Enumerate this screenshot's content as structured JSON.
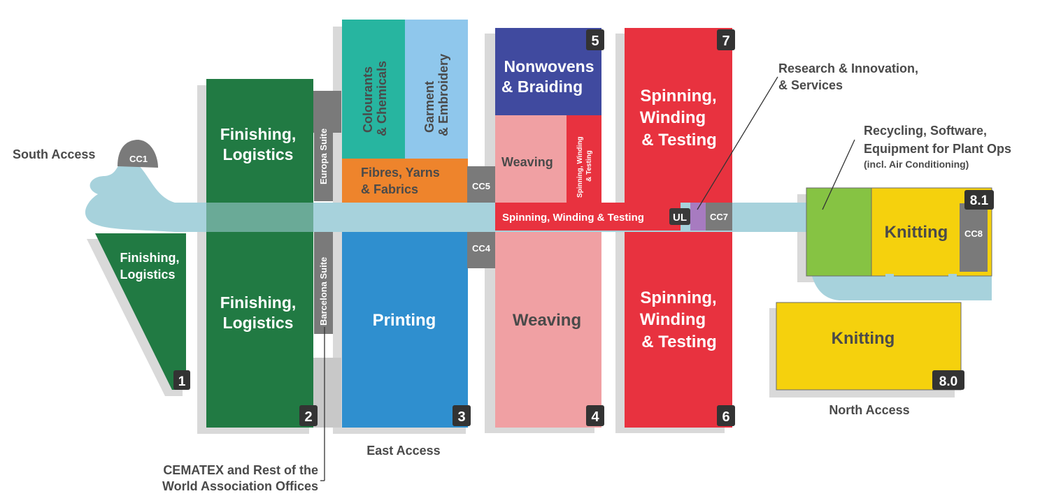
{
  "access": {
    "south": "South Access",
    "east": "East Access",
    "north": "North Access"
  },
  "callouts": {
    "research_line1": "Research & Innovation,",
    "research_line2": "& Services",
    "recycling_line1": "Recycling, Software,",
    "recycling_line2": "Equipment for Plant Ops",
    "recycling_line3": "(incl. Air Conditioning)",
    "cematex_line1": "CEMATEX and Rest of the",
    "cematex_line2": "World Association Offices"
  },
  "congress_centres": {
    "cc1": "CC1",
    "cc4": "CC4",
    "cc5": "CC5",
    "cc7": "CC7",
    "cc8": "CC8"
  },
  "suites": {
    "europa": "Europa Suite",
    "barcelona": "Barcelona Suite"
  },
  "hall1": {
    "number": "1",
    "label_line1": "Finishing,",
    "label_line2": "Logistics"
  },
  "hall2": {
    "number": "2",
    "upper_line1": "Finishing,",
    "upper_line2": "Logistics",
    "lower_line1": "Finishing,",
    "lower_line2": "Logistics"
  },
  "hall3": {
    "number": "3",
    "colourants_line1": "Colourants",
    "colourants_line2": "& Chemicals",
    "garment_line1": "Garment",
    "garment_line2": "& Embroidery",
    "fibres_line1": "Fibres, Yarns",
    "fibres_line2": "& Fabrics",
    "printing": "Printing"
  },
  "hall5": {
    "number": "5",
    "label_line1": "Nonwovens",
    "label_line2": "& Braiding"
  },
  "hall4": {
    "number": "4",
    "weaving_upper": "Weaving",
    "swt_small_line1": "Spinning, Winding",
    "swt_small_line2": "& Testing",
    "corridor": "Spinning, Winding & Testing",
    "ul": "UL",
    "weaving_lower": "Weaving"
  },
  "hall7": {
    "number": "7",
    "label_line1": "Spinning,",
    "label_line2": "Winding",
    "label_line3": "& Testing"
  },
  "hall6": {
    "number": "6",
    "label_line1": "Spinning,",
    "label_line2": "Winding",
    "label_line3": "& Testing"
  },
  "hall81": {
    "number": "8.1",
    "label": "Knitting"
  },
  "hall80": {
    "number": "8.0",
    "label": "Knitting"
  },
  "colors": {
    "dark_green": "#217a43",
    "teal": "#27b5a0",
    "light_blue": "#8fc7ec",
    "orange": "#ee842c",
    "blue": "#2f8fcf",
    "indigo": "#404a9f",
    "pink": "#f0a0a3",
    "red": "#e8323f",
    "lime": "#86c343",
    "yellow": "#f5d10d",
    "grey": "#7a7a7a",
    "walkway": "#a7d2dc",
    "purple": "#a77bc0"
  }
}
